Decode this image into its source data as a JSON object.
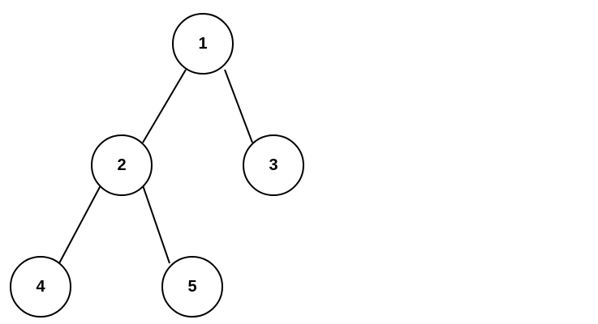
{
  "tree": {
    "nodes": [
      {
        "id": "n1",
        "label": "1"
      },
      {
        "id": "n2",
        "label": "2"
      },
      {
        "id": "n3",
        "label": "3"
      },
      {
        "id": "n4",
        "label": "4"
      },
      {
        "id": "n5",
        "label": "5"
      }
    ],
    "edges": [
      {
        "from": "n1",
        "to": "n2"
      },
      {
        "from": "n1",
        "to": "n3"
      },
      {
        "from": "n2",
        "to": "n4"
      },
      {
        "from": "n2",
        "to": "n5"
      }
    ]
  }
}
